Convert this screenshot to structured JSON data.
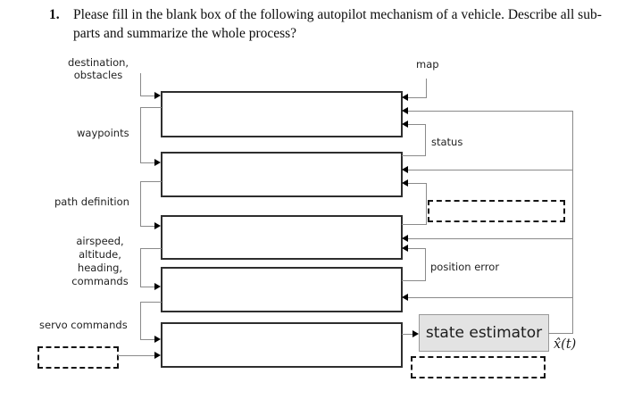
{
  "question": {
    "number": "1.",
    "line1": "Please fill in the blank box of the following autopilot mechanism of a vehicle. Describe all sub-",
    "line2": "parts and summarize the whole process?"
  },
  "diagram": {
    "labels": {
      "destination_obstacles": "destination,\nobstacles",
      "waypoints": "waypoints",
      "path_definition": "path definition",
      "airspeed_stack": "airspeed,\naltitude,\nheading,\ncommands",
      "servo_commands": "servo commands",
      "map": "map",
      "status": "status",
      "position_error": "position error",
      "state_estimator": "state estimator",
      "state_output": "x̂(t)"
    },
    "colors": {
      "box_border": "#2e2e2e",
      "connector_line": "#8a8a8a",
      "dashed_blank": "#141414",
      "state_estimator_fill": "#e3e3e3"
    }
  }
}
